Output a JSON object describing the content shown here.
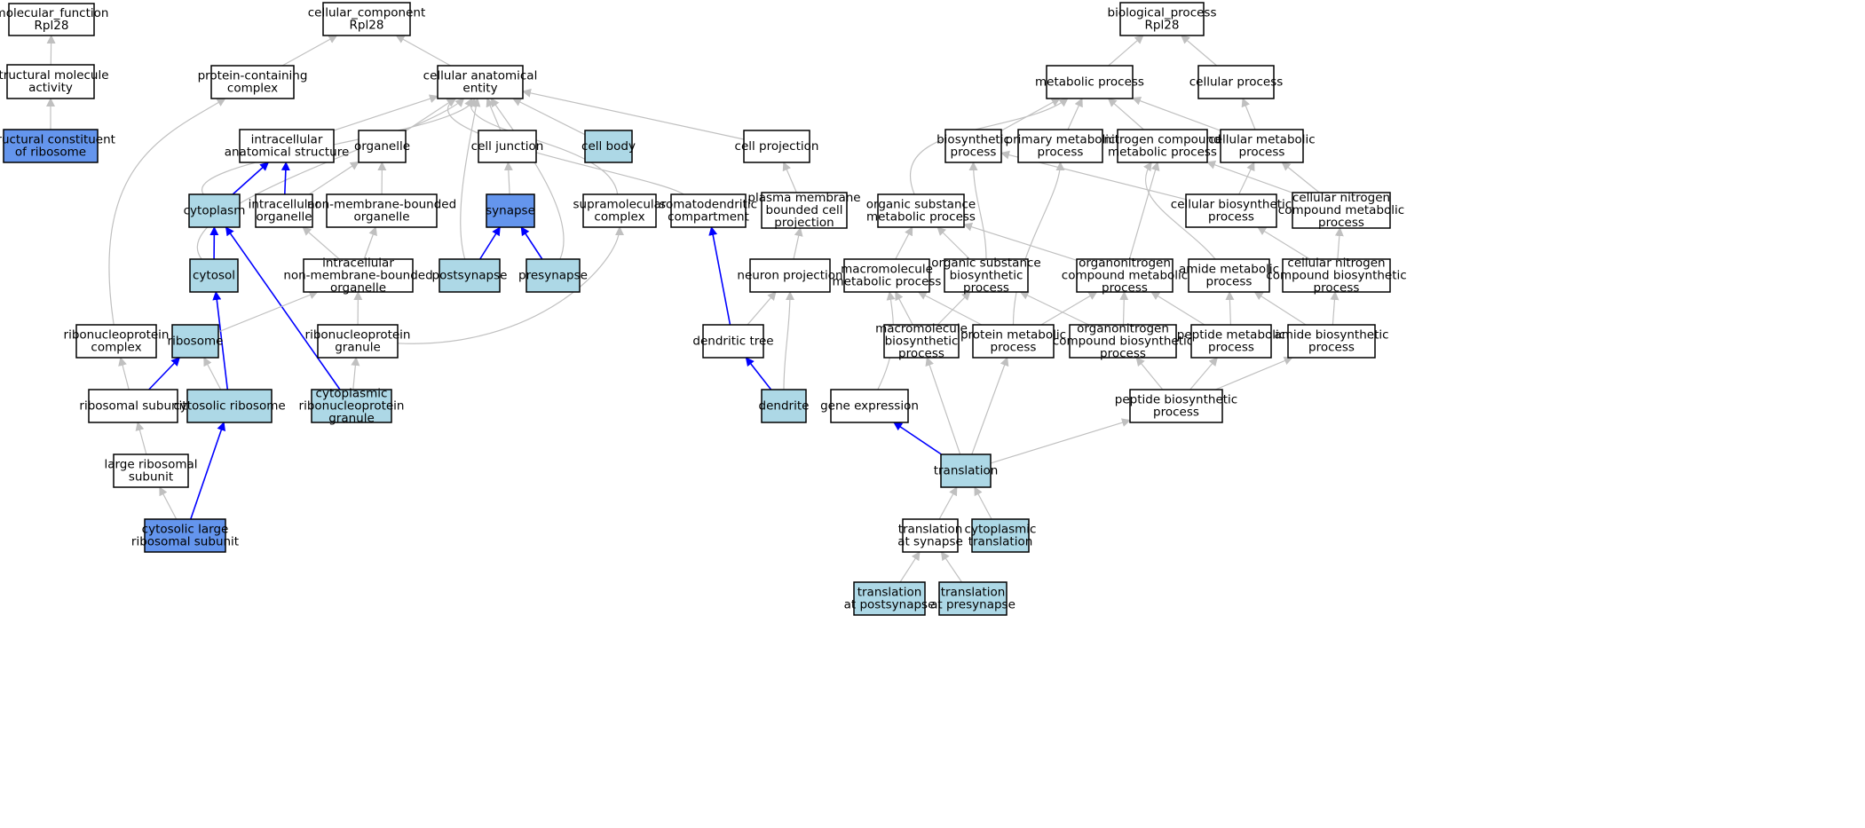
{
  "colors": {
    "plain": "#ffffff",
    "highlight": "#add8e6",
    "strong": "#6495ed",
    "edge_grey": "#c0c0c0",
    "edge_blue": "#0000ff"
  },
  "nodes": [
    {
      "id": "mf",
      "lines": [
        "molecular_function",
        "Rpl28"
      ],
      "fill": "plain"
    },
    {
      "id": "sma",
      "lines": [
        "structural molecule",
        "activity"
      ],
      "fill": "plain"
    },
    {
      "id": "scr",
      "lines": [
        "structural constituent",
        "of ribosome"
      ],
      "fill": "strong"
    },
    {
      "id": "cc",
      "lines": [
        "cellular_component",
        "Rpl28"
      ],
      "fill": "plain"
    },
    {
      "id": "pcc",
      "lines": [
        "protein-containing",
        "complex"
      ],
      "fill": "plain"
    },
    {
      "id": "cae",
      "lines": [
        "cellular anatomical",
        "entity"
      ],
      "fill": "plain"
    },
    {
      "id": "ias",
      "lines": [
        "intracellular",
        "anatomical structure"
      ],
      "fill": "plain"
    },
    {
      "id": "org",
      "lines": [
        "organelle"
      ],
      "fill": "plain"
    },
    {
      "id": "cj",
      "lines": [
        "cell junction"
      ],
      "fill": "plain"
    },
    {
      "id": "cb",
      "lines": [
        "cell body"
      ],
      "fill": "highlight"
    },
    {
      "id": "cp",
      "lines": [
        "cell projection"
      ],
      "fill": "plain"
    },
    {
      "id": "cyto",
      "lines": [
        "cytoplasm"
      ],
      "fill": "highlight"
    },
    {
      "id": "io",
      "lines": [
        "intracellular",
        "organelle"
      ],
      "fill": "plain"
    },
    {
      "id": "nmbo",
      "lines": [
        "non-membrane-bounded",
        "organelle"
      ],
      "fill": "plain"
    },
    {
      "id": "syn",
      "lines": [
        "synapse"
      ],
      "fill": "strong"
    },
    {
      "id": "smc",
      "lines": [
        "supramolecular",
        "complex"
      ],
      "fill": "plain"
    },
    {
      "id": "sdc",
      "lines": [
        "somatodendritic",
        "compartment"
      ],
      "fill": "plain"
    },
    {
      "id": "pmbcp",
      "lines": [
        "plasma membrane",
        "bounded cell",
        "projection"
      ],
      "fill": "plain"
    },
    {
      "id": "cytosol",
      "lines": [
        "cytosol"
      ],
      "fill": "highlight"
    },
    {
      "id": "inmbo",
      "lines": [
        "intracellular",
        "non-membrane-bounded",
        "organelle"
      ],
      "fill": "plain"
    },
    {
      "id": "post",
      "lines": [
        "postsynapse"
      ],
      "fill": "highlight"
    },
    {
      "id": "pre",
      "lines": [
        "presynapse"
      ],
      "fill": "highlight"
    },
    {
      "id": "np",
      "lines": [
        "neuron projection"
      ],
      "fill": "plain"
    },
    {
      "id": "rnpc",
      "lines": [
        "ribonucleoprotein",
        "complex"
      ],
      "fill": "plain"
    },
    {
      "id": "ribo",
      "lines": [
        "ribosome"
      ],
      "fill": "highlight"
    },
    {
      "id": "rnpg",
      "lines": [
        "ribonucleoprotein",
        "granule"
      ],
      "fill": "plain"
    },
    {
      "id": "dt",
      "lines": [
        "dendritic tree"
      ],
      "fill": "plain"
    },
    {
      "id": "rs",
      "lines": [
        "ribosomal subunit"
      ],
      "fill": "plain"
    },
    {
      "id": "cr",
      "lines": [
        "cytosolic ribosome"
      ],
      "fill": "highlight"
    },
    {
      "id": "crnpg",
      "lines": [
        "cytoplasmic",
        "ribonucleoprotein",
        "granule"
      ],
      "fill": "highlight"
    },
    {
      "id": "dend",
      "lines": [
        "dendrite"
      ],
      "fill": "highlight"
    },
    {
      "id": "lrs",
      "lines": [
        "large ribosomal",
        "subunit"
      ],
      "fill": "plain"
    },
    {
      "id": "clrs",
      "lines": [
        "cytosolic large",
        "ribosomal subunit"
      ],
      "fill": "strong"
    },
    {
      "id": "bp",
      "lines": [
        "biological_process",
        "Rpl28"
      ],
      "fill": "plain"
    },
    {
      "id": "mp",
      "lines": [
        "metabolic process"
      ],
      "fill": "plain"
    },
    {
      "id": "cpro",
      "lines": [
        "cellular process"
      ],
      "fill": "plain"
    },
    {
      "id": "bsp",
      "lines": [
        "biosynthetic",
        "process"
      ],
      "fill": "plain"
    },
    {
      "id": "pmp",
      "lines": [
        "primary metabolic",
        "process"
      ],
      "fill": "plain"
    },
    {
      "id": "ncmp",
      "lines": [
        "nitrogen compound",
        "metabolic process"
      ],
      "fill": "plain"
    },
    {
      "id": "cmp",
      "lines": [
        "cellular metabolic",
        "process"
      ],
      "fill": "plain"
    },
    {
      "id": "osmp",
      "lines": [
        "organic substance",
        "metabolic process"
      ],
      "fill": "plain"
    },
    {
      "id": "cbp",
      "lines": [
        "cellular biosynthetic",
        "process"
      ],
      "fill": "plain"
    },
    {
      "id": "cncmp",
      "lines": [
        "cellular nitrogen",
        "compound metabolic",
        "process"
      ],
      "fill": "plain"
    },
    {
      "id": "mmp",
      "lines": [
        "macromolecule",
        "metabolic process"
      ],
      "fill": "plain"
    },
    {
      "id": "osbp",
      "lines": [
        "organic substance",
        "biosynthetic",
        "process"
      ],
      "fill": "plain"
    },
    {
      "id": "oncmp",
      "lines": [
        "organonitrogen",
        "compound metabolic",
        "process"
      ],
      "fill": "plain"
    },
    {
      "id": "amp",
      "lines": [
        "amide metabolic",
        "process"
      ],
      "fill": "plain"
    },
    {
      "id": "cncbp",
      "lines": [
        "cellular nitrogen",
        "compound biosynthetic",
        "process"
      ],
      "fill": "plain"
    },
    {
      "id": "mbp",
      "lines": [
        "macromolecule",
        "biosynthetic",
        "process"
      ],
      "fill": "plain"
    },
    {
      "id": "prmp",
      "lines": [
        "protein metabolic",
        "process"
      ],
      "fill": "plain"
    },
    {
      "id": "oncbp",
      "lines": [
        "organonitrogen",
        "compound biosynthetic",
        "process"
      ],
      "fill": "plain"
    },
    {
      "id": "pepmp",
      "lines": [
        "peptide metabolic",
        "process"
      ],
      "fill": "plain"
    },
    {
      "id": "abp",
      "lines": [
        "amide biosynthetic",
        "process"
      ],
      "fill": "plain"
    },
    {
      "id": "ge",
      "lines": [
        "gene expression"
      ],
      "fill": "plain"
    },
    {
      "id": "pbp",
      "lines": [
        "peptide biosynthetic",
        "process"
      ],
      "fill": "plain"
    },
    {
      "id": "tr",
      "lines": [
        "translation"
      ],
      "fill": "highlight"
    },
    {
      "id": "tas",
      "lines": [
        "translation",
        "at synapse"
      ],
      "fill": "plain"
    },
    {
      "id": "ct",
      "lines": [
        "cytoplasmic",
        "translation"
      ],
      "fill": "highlight"
    },
    {
      "id": "tapost",
      "lines": [
        "translation",
        "at postsynapse"
      ],
      "fill": "highlight"
    },
    {
      "id": "tapre",
      "lines": [
        "translation",
        "at presynapse"
      ],
      "fill": "highlight"
    }
  ],
  "edges": [
    {
      "from": "sma",
      "to": "mf",
      "color": "edge_grey"
    },
    {
      "from": "scr",
      "to": "sma",
      "color": "edge_grey"
    },
    {
      "from": "pcc",
      "to": "cc",
      "color": "edge_grey"
    },
    {
      "from": "cae",
      "to": "cc",
      "color": "edge_grey"
    },
    {
      "from": "ias",
      "to": "cae",
      "color": "edge_grey"
    },
    {
      "from": "org",
      "to": "cae",
      "color": "edge_grey"
    },
    {
      "from": "cj",
      "to": "cae",
      "color": "edge_grey"
    },
    {
      "from": "cb",
      "to": "cae",
      "color": "edge_grey"
    },
    {
      "from": "cp",
      "to": "cae",
      "color": "edge_grey"
    },
    {
      "from": "cyto",
      "to": "cae",
      "color": "edge_grey"
    },
    {
      "from": "cytosol",
      "to": "cae",
      "color": "edge_grey"
    },
    {
      "from": "post",
      "to": "cae",
      "color": "edge_grey"
    },
    {
      "from": "pre",
      "to": "cae",
      "color": "edge_grey"
    },
    {
      "from": "smc",
      "to": "cae",
      "color": "edge_grey"
    },
    {
      "from": "sdc",
      "to": "cae",
      "color": "edge_grey"
    },
    {
      "from": "cyto",
      "to": "ias",
      "color": "edge_blue"
    },
    {
      "from": "io",
      "to": "ias",
      "color": "edge_blue"
    },
    {
      "from": "io",
      "to": "org",
      "color": "edge_grey"
    },
    {
      "from": "nmbo",
      "to": "org",
      "color": "edge_grey"
    },
    {
      "from": "syn",
      "to": "cj",
      "color": "edge_grey"
    },
    {
      "from": "pmbcp",
      "to": "cp",
      "color": "edge_grey"
    },
    {
      "from": "cytosol",
      "to": "cyto",
      "color": "edge_blue"
    },
    {
      "from": "crnpg",
      "to": "cyto",
      "color": "edge_blue"
    },
    {
      "from": "inmbo",
      "to": "io",
      "color": "edge_grey"
    },
    {
      "from": "inmbo",
      "to": "nmbo",
      "color": "edge_grey"
    },
    {
      "from": "post",
      "to": "syn",
      "color": "edge_blue"
    },
    {
      "from": "pre",
      "to": "syn",
      "color": "edge_blue"
    },
    {
      "from": "rnpg",
      "to": "smc",
      "color": "edge_grey"
    },
    {
      "from": "dt",
      "to": "sdc",
      "color": "edge_blue"
    },
    {
      "from": "np",
      "to": "pmbcp",
      "color": "edge_grey"
    },
    {
      "from": "cr",
      "to": "cytosol",
      "color": "edge_blue"
    },
    {
      "from": "ribo",
      "to": "inmbo",
      "color": "edge_grey"
    },
    {
      "from": "rnpg",
      "to": "inmbo",
      "color": "edge_grey"
    },
    {
      "from": "dt",
      "to": "np",
      "color": "edge_grey"
    },
    {
      "from": "dend",
      "to": "np",
      "color": "edge_grey"
    },
    {
      "from": "rnpc",
      "to": "pcc",
      "color": "edge_grey"
    },
    {
      "from": "rs",
      "to": "rnpc",
      "color": "edge_grey"
    },
    {
      "from": "rs",
      "to": "ribo",
      "color": "edge_blue"
    },
    {
      "from": "cr",
      "to": "ribo",
      "color": "edge_grey"
    },
    {
      "from": "crnpg",
      "to": "rnpg",
      "color": "edge_grey"
    },
    {
      "from": "dend",
      "to": "dt",
      "color": "edge_blue"
    },
    {
      "from": "lrs",
      "to": "rs",
      "color": "edge_grey"
    },
    {
      "from": "clrs",
      "to": "cr",
      "color": "edge_blue"
    },
    {
      "from": "clrs",
      "to": "lrs",
      "color": "edge_grey"
    },
    {
      "from": "mp",
      "to": "bp",
      "color": "edge_grey"
    },
    {
      "from": "cpro",
      "to": "bp",
      "color": "edge_grey"
    },
    {
      "from": "bsp",
      "to": "mp",
      "color": "edge_grey"
    },
    {
      "from": "pmp",
      "to": "mp",
      "color": "edge_grey"
    },
    {
      "from": "ncmp",
      "to": "mp",
      "color": "edge_grey"
    },
    {
      "from": "cmp",
      "to": "mp",
      "color": "edge_grey"
    },
    {
      "from": "osmp",
      "to": "mp",
      "color": "edge_grey"
    },
    {
      "from": "cmp",
      "to": "cpro",
      "color": "edge_grey"
    },
    {
      "from": "cbp",
      "to": "bsp",
      "color": "edge_grey"
    },
    {
      "from": "osbp",
      "to": "bsp",
      "color": "edge_grey"
    },
    {
      "from": "prmp",
      "to": "pmp",
      "color": "edge_grey"
    },
    {
      "from": "cncmp",
      "to": "ncmp",
      "color": "edge_grey"
    },
    {
      "from": "oncmp",
      "to": "ncmp",
      "color": "edge_grey"
    },
    {
      "from": "amp",
      "to": "ncmp",
      "color": "edge_grey"
    },
    {
      "from": "cbp",
      "to": "cmp",
      "color": "edge_grey"
    },
    {
      "from": "cncmp",
      "to": "cmp",
      "color": "edge_grey"
    },
    {
      "from": "mmp",
      "to": "osmp",
      "color": "edge_grey"
    },
    {
      "from": "osbp",
      "to": "osmp",
      "color": "edge_grey"
    },
    {
      "from": "oncmp",
      "to": "osmp",
      "color": "edge_grey"
    },
    {
      "from": "cncbp",
      "to": "cbp",
      "color": "edge_grey"
    },
    {
      "from": "cncbp",
      "to": "cncmp",
      "color": "edge_grey"
    },
    {
      "from": "mbp",
      "to": "mmp",
      "color": "edge_grey"
    },
    {
      "from": "prmp",
      "to": "mmp",
      "color": "edge_grey"
    },
    {
      "from": "ge",
      "to": "mmp",
      "color": "edge_grey"
    },
    {
      "from": "mbp",
      "to": "osbp",
      "color": "edge_grey"
    },
    {
      "from": "oncbp",
      "to": "osbp",
      "color": "edge_grey"
    },
    {
      "from": "prmp",
      "to": "oncmp",
      "color": "edge_grey"
    },
    {
      "from": "oncbp",
      "to": "oncmp",
      "color": "edge_grey"
    },
    {
      "from": "pepmp",
      "to": "oncmp",
      "color": "edge_grey"
    },
    {
      "from": "pepmp",
      "to": "amp",
      "color": "edge_grey"
    },
    {
      "from": "abp",
      "to": "amp",
      "color": "edge_grey"
    },
    {
      "from": "abp",
      "to": "cncbp",
      "color": "edge_grey"
    },
    {
      "from": "pbp",
      "to": "oncbp",
      "color": "edge_grey"
    },
    {
      "from": "pbp",
      "to": "pepmp",
      "color": "edge_grey"
    },
    {
      "from": "pbp",
      "to": "abp",
      "color": "edge_grey"
    },
    {
      "from": "tr",
      "to": "mbp",
      "color": "edge_grey"
    },
    {
      "from": "tr",
      "to": "prmp",
      "color": "edge_grey"
    },
    {
      "from": "tr",
      "to": "ge",
      "color": "edge_blue"
    },
    {
      "from": "tr",
      "to": "pbp",
      "color": "edge_grey"
    },
    {
      "from": "tas",
      "to": "tr",
      "color": "edge_grey"
    },
    {
      "from": "ct",
      "to": "tr",
      "color": "edge_grey"
    },
    {
      "from": "tapost",
      "to": "tas",
      "color": "edge_grey"
    },
    {
      "from": "tapre",
      "to": "tas",
      "color": "edge_grey"
    }
  ]
}
